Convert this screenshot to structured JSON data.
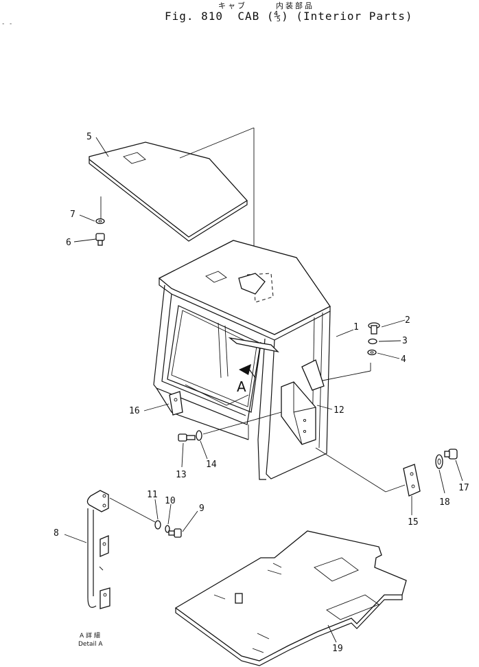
{
  "title": {
    "japanese": "キャブ　　　内装部品",
    "english": "Fig. 810  CAB (⅘) (Interior Parts)"
  },
  "corner_mark": "- -",
  "view_marker": "A",
  "detail_label": {
    "japanese": "A 詳 細",
    "english": "Detail A"
  },
  "callouts": [
    "1",
    "2",
    "3",
    "4",
    "5",
    "6",
    "7",
    "8",
    "9",
    "10",
    "11",
    "12",
    "13",
    "14",
    "15",
    "16",
    "17",
    "18",
    "19"
  ]
}
